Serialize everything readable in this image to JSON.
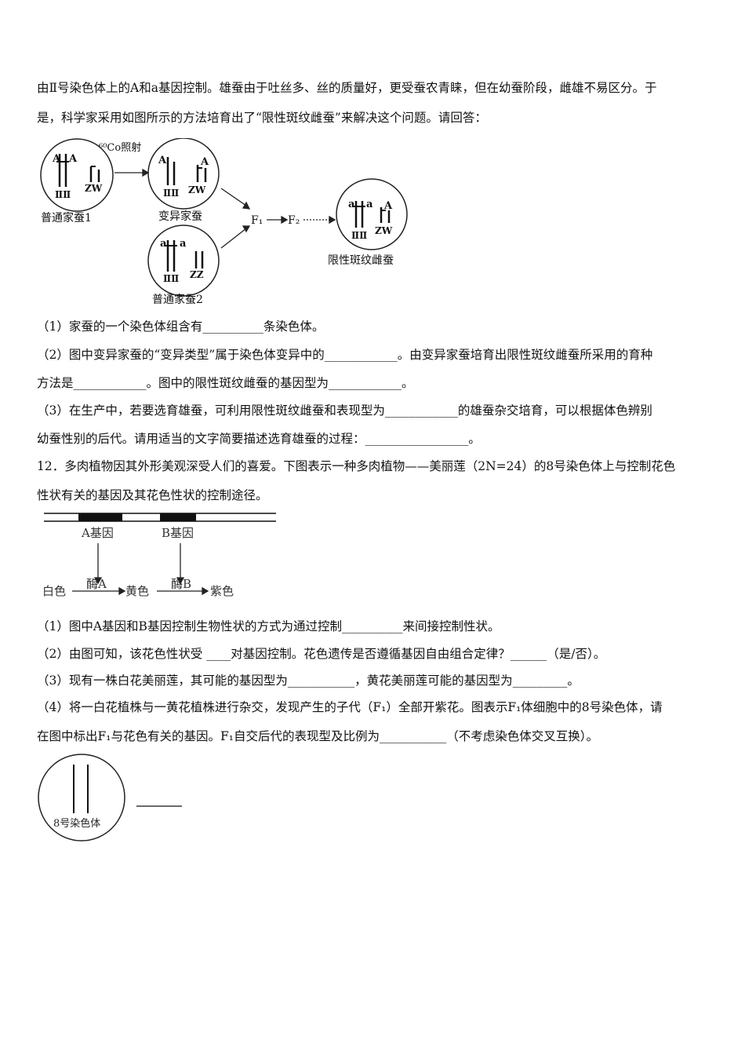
{
  "q11": {
    "intro_1": "由Ⅱ号染色体上的A和a基因控制。雄蚕由于吐丝多、丝的质量好，更受蚕农青睐，但在幼蚕阶段，雌雄不易区分。于",
    "intro_2": "是，科学家采用如图所示的方法培育出了“限性斑纹雌蚕”来解决这个问题。请回答：",
    "diagram": {
      "irradiation": "⁶⁰Co照射",
      "silkworm1": "普通家蚕1",
      "mutant": "变异家蚕",
      "silkworm2": "普通家蚕2",
      "female": "限性斑纹雌蚕",
      "f1": "F₁",
      "f2": "F₂",
      "chr_II": "ⅡⅡ",
      "zw": "ZW",
      "zz": "ZZ",
      "gene_A": "A",
      "gene_a": "a"
    },
    "q1": "（1）家蚕的一个染色体组含有__________条染色体。",
    "q2a": "（2）图中变异家蚕的“变异类型”属于染色体变异中的____________。由变异家蚕培育出限性斑纹雌蚕所采用的育种",
    "q2b": "方法是____________。图中的限性斑纹雌蚕的基因型为____________。",
    "q3a": "（3）在生产中，若要选育雄蚕，可利用限性斑纹雌蚕和表现型为____________的雄蚕杂交培育，可以根据体色辨别",
    "q3b": "幼蚕性别的后代。请用适当的文字简要描述选育雄蚕的过程：_________________。"
  },
  "q12": {
    "intro_1": "12．多肉植物因其外形美观深受人们的喜爱。下图表示一种多肉植物——美丽莲（2N=24）的8号染色体上与控制花色",
    "intro_2": "性状有关的基因及其花色性状的控制途径。",
    "diagram": {
      "geneA": "A基因",
      "geneB": "B基因",
      "white": "白色",
      "enzymeA": "酶A",
      "yellow": "黄色",
      "enzymeB": "酶B",
      "purple": "紫色"
    },
    "q1": "（1）图中A基因和B基因控制生物性状的方式为通过控制__________来间接控制性状。",
    "q2": "（2）由图可知，该花色性状受 ____对基因控制。花色遗传是否遵循基因自由组合定律？______（是/否）。",
    "q3": "（3）现有一株白花美丽莲，其可能的基因型为___________，黄花美丽莲可能的基因型为_________。",
    "q4a": "（4）将一白花植株与一黄花植株进行杂交，发现产生的子代（F₁）全部开紫花。图表示F₁体细胞中的8号染色体，请",
    "q4b": "在图中标出F₁与花色有关的基因。F₁自交后代的表现型及比例为___________（不考虑染色体交叉互换）。",
    "cell_label": "8号染色体"
  }
}
